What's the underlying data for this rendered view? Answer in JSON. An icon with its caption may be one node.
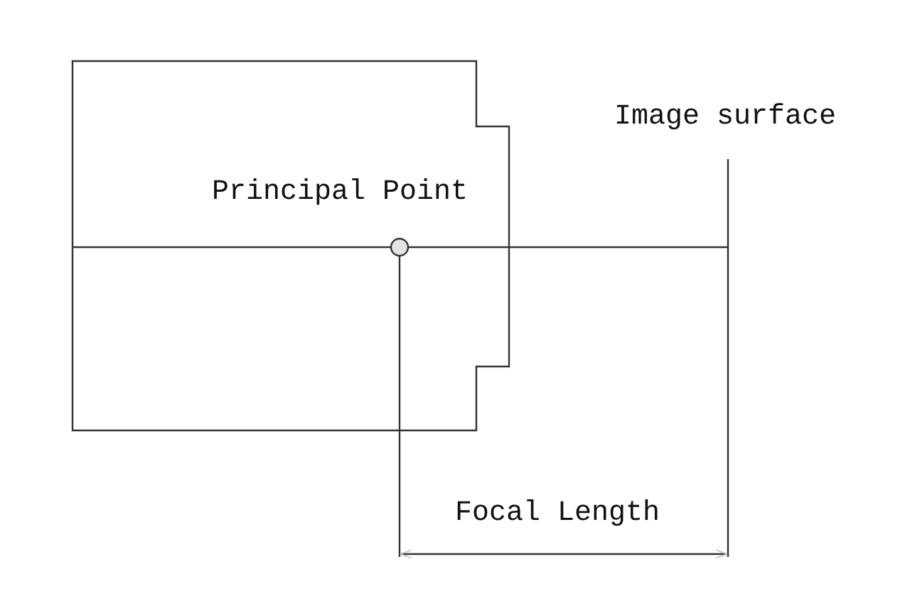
{
  "diagram": {
    "labels": [
      "Image surface",
      "Principal Point",
      "Focal Length"
    ]
  }
}
